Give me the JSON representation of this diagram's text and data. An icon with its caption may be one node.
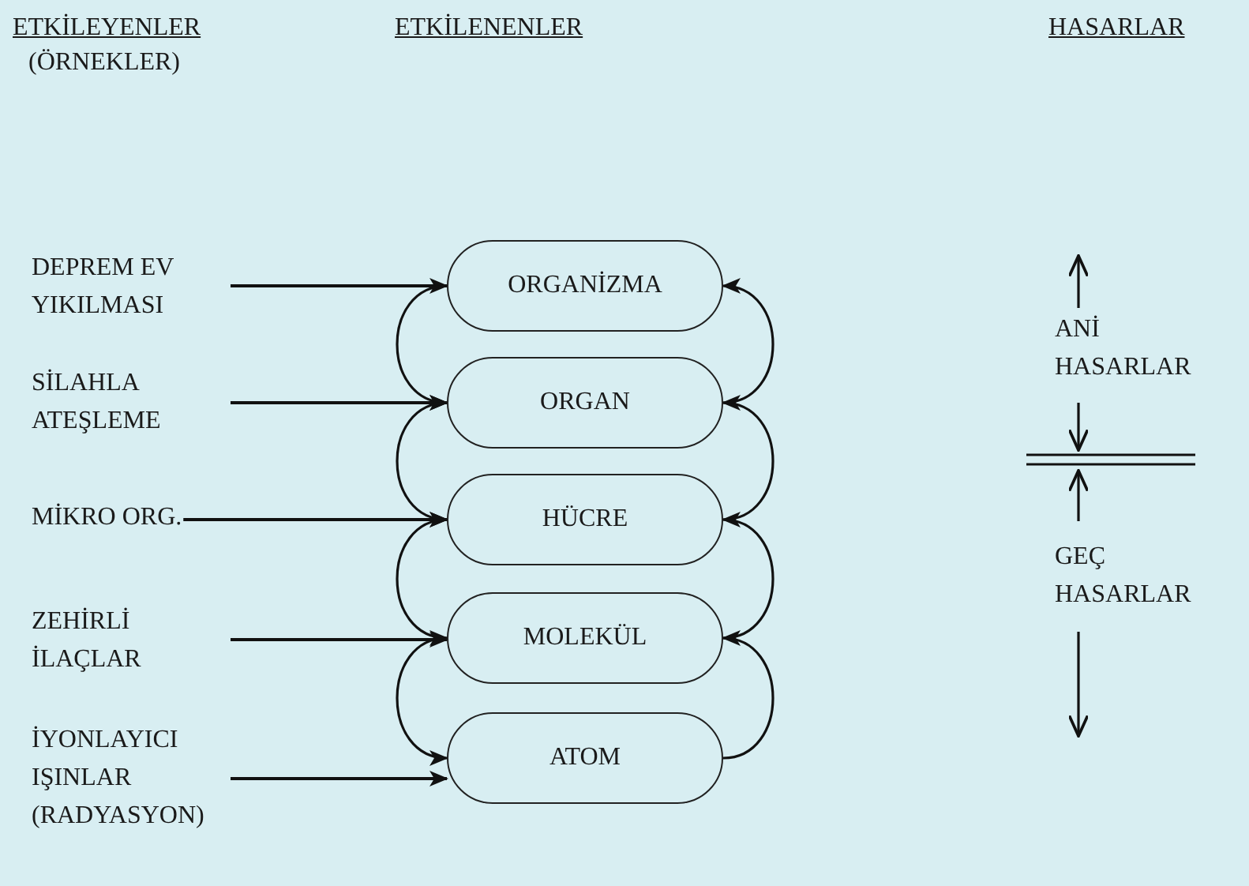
{
  "diagram": {
    "nodes": [
      {
        "text": [
          "DEPREM EV YIKILMASI"
        ]
      },
      {
        "text": [
          "SİLAHLA ATEŞLEME"
        ]
      },
      {
        "text": [
          "MİKRO ORG."
        ]
      },
      {
        "text": [
          "ZEHİRLİ İLAÇLAR"
        ]
      },
      {
        "text": [
          "İYONLAYICI IŞINLAR (RADYASYON)"
        ]
      },
      {
        "text": [
          "ORGANİZMA"
        ]
      },
      {
        "text": [
          "ORGAN"
        ]
      },
      {
        "text": [
          "HÜCRE"
        ]
      },
      {
        "text": [
          "MOLEKÜL"
        ]
      },
      {
        "text": [
          "ATOM"
        ]
      }
    ],
    "edges": [
      {
        "from": 0,
        "to": 5,
        "arrow": "to"
      },
      {
        "from": 1,
        "to": 6,
        "arrow": "to"
      },
      {
        "from": 2,
        "to": 7,
        "arrow": "to"
      },
      {
        "from": 3,
        "to": 8,
        "arrow": "to"
      },
      {
        "from": 4,
        "to": 9,
        "arrow": "to"
      },
      {
        "from": 5,
        "to": 6,
        "arrow": "to"
      },
      {
        "from": 6,
        "to": 7,
        "arrow": "to"
      },
      {
        "from": 7,
        "to": 8,
        "arrow": "to"
      },
      {
        "from": 8,
        "to": 9,
        "arrow": "to"
      },
      {
        "from": 9,
        "to": 8,
        "arrow": "to"
      },
      {
        "from": 8,
        "to": 7,
        "arrow": "to"
      },
      {
        "from": 7,
        "to": 6,
        "arrow": "to"
      },
      {
        "from": 6,
        "to": 5,
        "arrow": "to"
      }
    ],
    "labels": [
      "ETKİLEYENLER",
      "ETKİLENENLER",
      "HASARLAR",
      "(ÖRNEKLER)",
      "ANİ HASARLAR",
      "GEÇ HASARLAR"
    ]
  }
}
